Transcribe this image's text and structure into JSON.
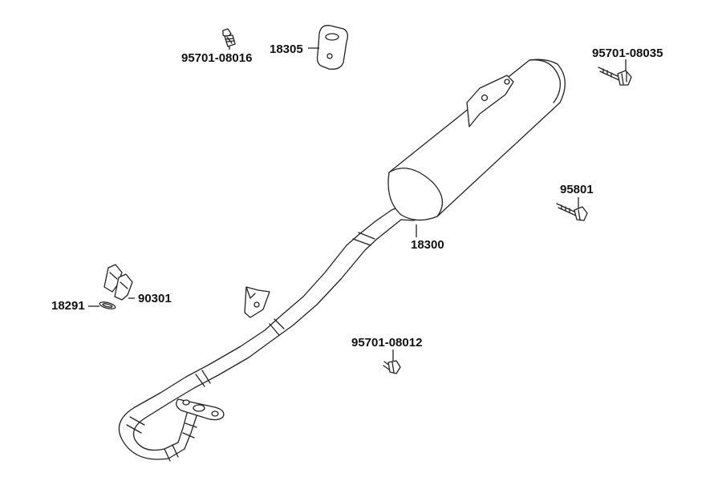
{
  "diagram": {
    "type": "exploded-parts-diagram",
    "labels": {
      "bolt_top_left": "95701-08016",
      "bracket": "18305",
      "bolt_top_right": "95701-08035",
      "bolt_right": "95801",
      "muffler": "18300",
      "clips": "90301",
      "gasket": "18291",
      "bolt_bottom": "95701-08012"
    }
  }
}
